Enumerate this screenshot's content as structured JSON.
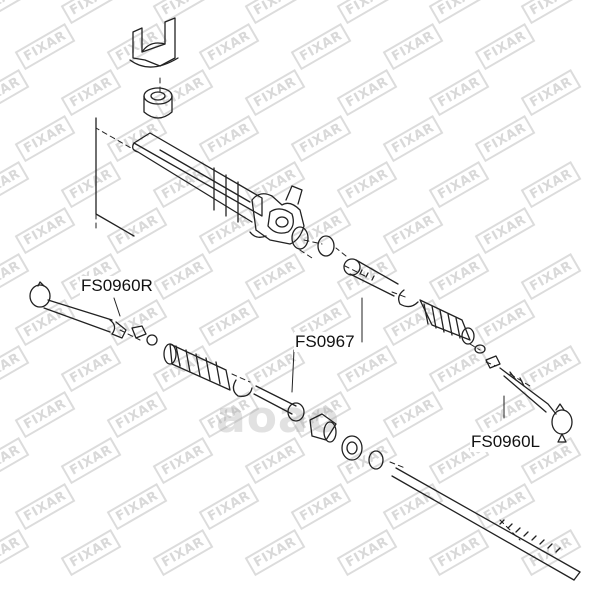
{
  "watermark": {
    "text": "FIXAR",
    "brand": "aoao"
  },
  "labels": {
    "tie_rod_end_right": "FS0960R",
    "inner_tie_rod": "FS0967",
    "tie_rod_end_left": "FS0960L"
  },
  "colors": {
    "line": "#222222",
    "watermark": "#d9d9d9",
    "background": "#ffffff"
  }
}
